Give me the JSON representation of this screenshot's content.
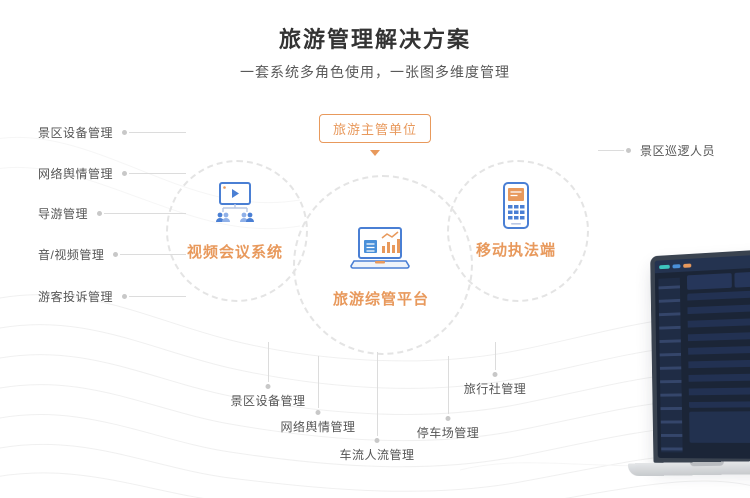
{
  "header": {
    "title": "旅游管理解决方案",
    "subtitle": "一套系统多角色使用，一张图多维度管理"
  },
  "authority": {
    "label": "旅游主管单位"
  },
  "systems": {
    "video_conference": {
      "label": "视频会议系统",
      "icon": "video-conference-icon"
    },
    "platform": {
      "label": "旅游综管平台",
      "icon": "laptop-chart-icon"
    },
    "mobile_enforcement": {
      "label": "移动执法端",
      "icon": "mobile-terminal-icon"
    }
  },
  "left_modules": [
    "景区设备管理",
    "网络舆情管理",
    "导游管理",
    "音/视频管理",
    "游客投诉管理"
  ],
  "right_modules": [
    "景区巡逻人员"
  ],
  "bottom_modules": [
    "景区设备管理",
    "网络舆情管理",
    "车流人流管理",
    "停车场管理",
    "旅行社管理"
  ],
  "colors": {
    "accent_orange": "#E8995C",
    "icon_blue": "#4A7FD4",
    "connector_gray": "#DCDCDC",
    "text_dark": "#333333",
    "text_gray": "#555555",
    "dashboard_navy": "#1B2537"
  }
}
